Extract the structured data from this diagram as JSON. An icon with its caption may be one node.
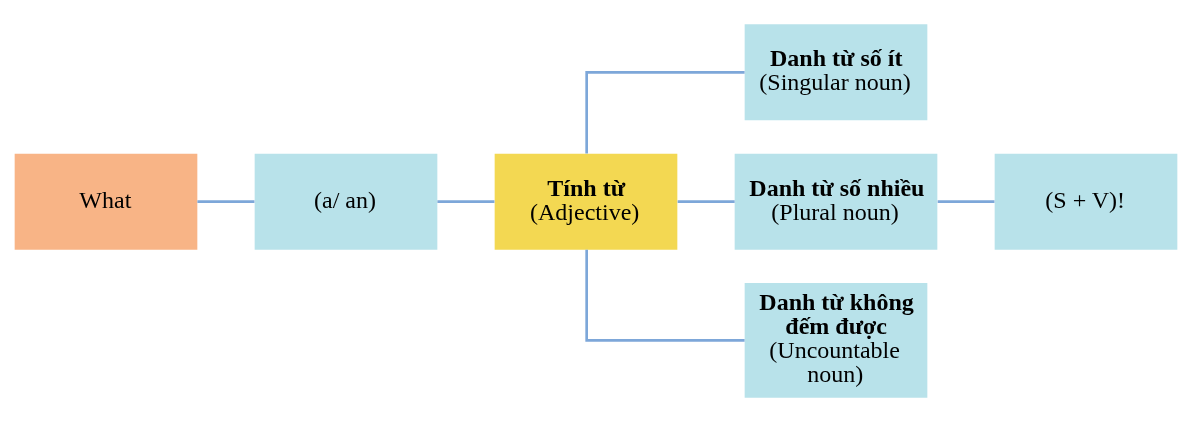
{
  "diagram": {
    "nodes": [
      {
        "text": [
          "What"
        ]
      },
      {
        "text": [
          "(a/ an)"
        ]
      },
      {
        "text": [
          "Tính từ",
          "(Adjective)"
        ]
      },
      {
        "text": [
          "Danh từ số ít",
          "(Singular noun)"
        ]
      },
      {
        "text": [
          "Danh từ số nhiều",
          "(Plural noun)"
        ]
      },
      {
        "text": [
          "Danh từ không đếm được",
          "(Uncountable noun)"
        ]
      },
      {
        "text": [
          "(S + V)!"
        ]
      }
    ],
    "edges": [
      {
        "from": 0,
        "to": 1,
        "arrow": "none"
      },
      {
        "from": 1,
        "to": 2,
        "arrow": "none"
      },
      {
        "from": 2,
        "to": 3,
        "arrow": "none"
      },
      {
        "from": 2,
        "to": 4,
        "arrow": "none"
      },
      {
        "from": 2,
        "to": 5,
        "arrow": "none"
      },
      {
        "from": 4,
        "to": 6,
        "arrow": "none"
      }
    ]
  }
}
